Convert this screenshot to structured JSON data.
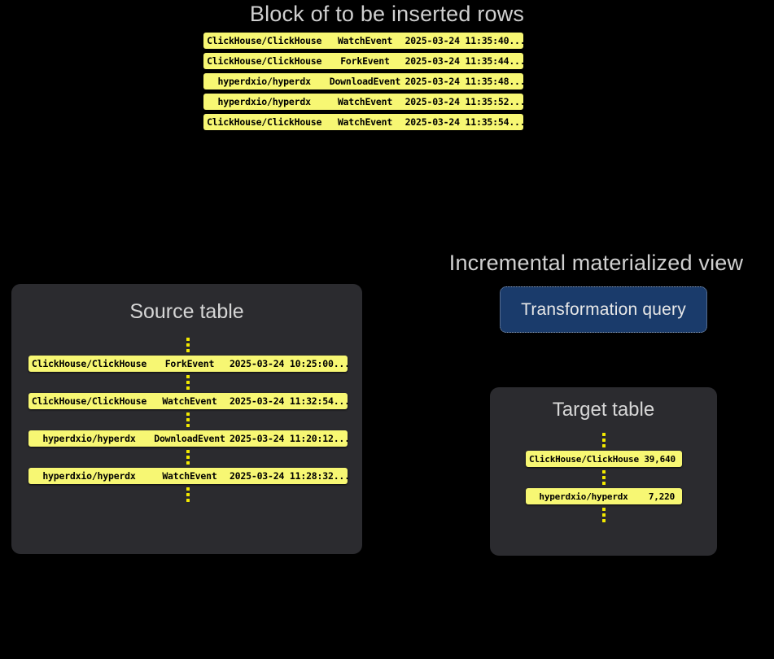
{
  "insert_block": {
    "title": "Block of to be inserted rows",
    "columns": [
      "repo",
      "event",
      "timestamp",
      "more"
    ],
    "rows": [
      {
        "repo": "ClickHouse/ClickHouse",
        "event": "WatchEvent",
        "timestamp": "2025-03-24 11:35:40",
        "more": "..."
      },
      {
        "repo": "ClickHouse/ClickHouse",
        "event": "ForkEvent",
        "timestamp": "2025-03-24 11:35:44",
        "more": "..."
      },
      {
        "repo": "hyperdxio/hyperdx",
        "event": "DownloadEvent",
        "timestamp": "2025-03-24 11:35:48",
        "more": "..."
      },
      {
        "repo": "hyperdxio/hyperdx",
        "event": "WatchEvent",
        "timestamp": "2025-03-24 11:35:52",
        "more": "..."
      },
      {
        "repo": "ClickHouse/ClickHouse",
        "event": "WatchEvent",
        "timestamp": "2025-03-24 11:35:54",
        "more": "..."
      }
    ]
  },
  "source_table": {
    "title": "Source table",
    "rows": [
      {
        "repo": "ClickHouse/ClickHouse",
        "event": "ForkEvent",
        "timestamp": "2025-03-24 10:25:00",
        "more": "..."
      },
      {
        "repo": "ClickHouse/ClickHouse",
        "event": "WatchEvent",
        "timestamp": "2025-03-24 11:32:54",
        "more": "..."
      },
      {
        "repo": "hyperdxio/hyperdx",
        "event": "DownloadEvent",
        "timestamp": "2025-03-24 11:20:12",
        "more": "..."
      },
      {
        "repo": "hyperdxio/hyperdx",
        "event": "WatchEvent",
        "timestamp": "2025-03-24 11:28:32",
        "more": "..."
      }
    ]
  },
  "materialized_view": {
    "title": "Incremental materialized view",
    "query_label": "Transformation query"
  },
  "target_table": {
    "title": "Target table",
    "rows": [
      {
        "repo": "ClickHouse/ClickHouse",
        "count": "39,640"
      },
      {
        "repo": "hyperdxio/hyperdx",
        "count": "7,220"
      }
    ]
  },
  "colors": {
    "background": "#000000",
    "panel": "#2b2b2f",
    "row_yellow": "#f7f773",
    "row_text": "#000000",
    "heading_text": "#d0d0d0",
    "query_box": "#1a3b6b",
    "query_border": "#8d9bb0",
    "dot": "#f2e900"
  }
}
